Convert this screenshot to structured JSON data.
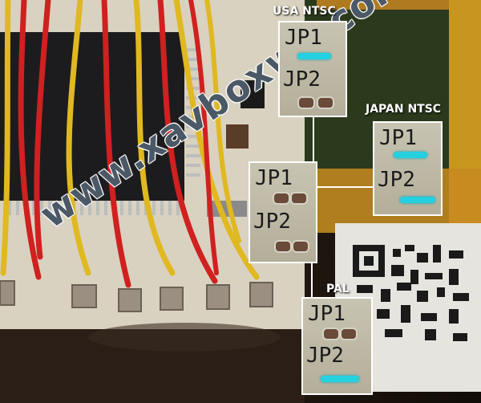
{
  "watermark": "www.xavboxwii.com",
  "labels": {
    "usa": "USA NTSC",
    "japan": "JAPAN NTSC",
    "pal": "PAL"
  },
  "jumpers": {
    "jp1": "JP1",
    "jp2": "JP2"
  },
  "colors": {
    "bridge": "#25d0e0",
    "box_outline": "#ffffff"
  }
}
